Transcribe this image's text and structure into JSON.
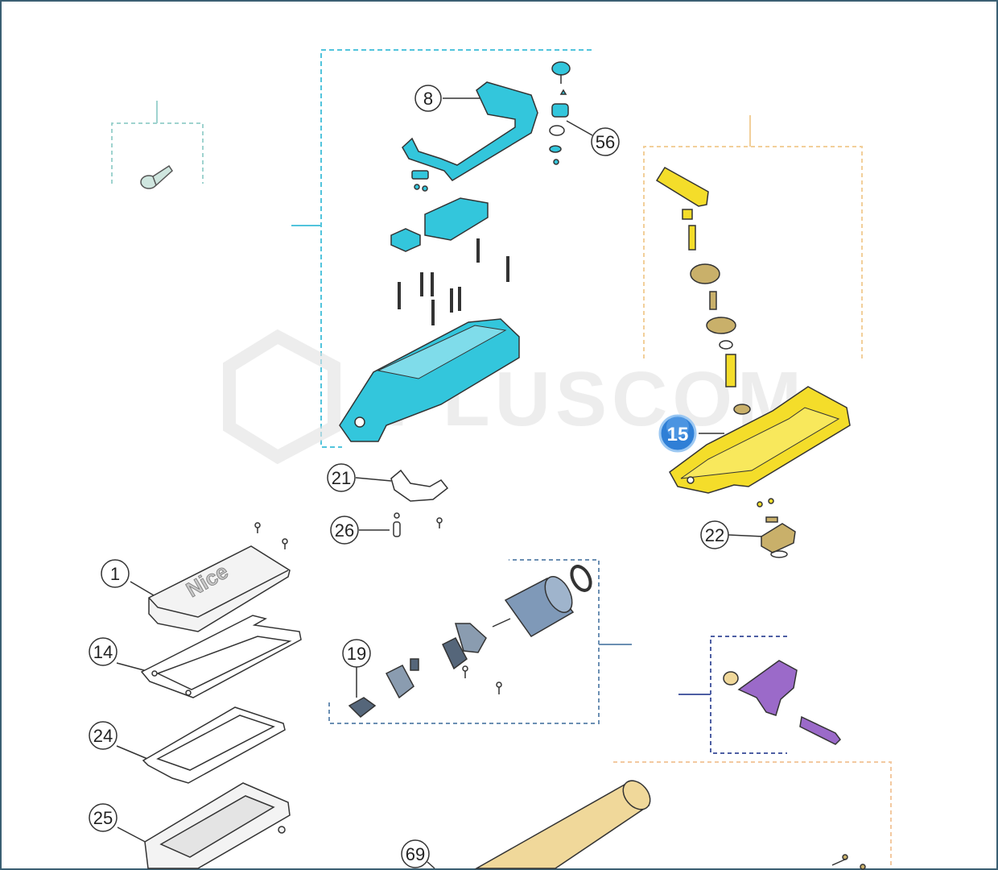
{
  "watermark": "PLUSCOM",
  "housing_logo": "Nice",
  "highlighted_part": "15",
  "part_numbers": {
    "p1": "1",
    "p8": "8",
    "p14": "14",
    "p19": "19",
    "p21": "21",
    "p22": "22",
    "p24": "24",
    "p25": "25",
    "p26": "26",
    "p56": "56",
    "p69": "69"
  },
  "colors": {
    "cyan_group": "#33c6dc",
    "yellow_group": "#f4dd2a",
    "brass_gears": "#c9b06a",
    "purple_group": "#9b6ac9",
    "motor_blue": "#7f99b8",
    "tube": "#f0d89a",
    "highlight_badge": "#2f7fd6"
  }
}
